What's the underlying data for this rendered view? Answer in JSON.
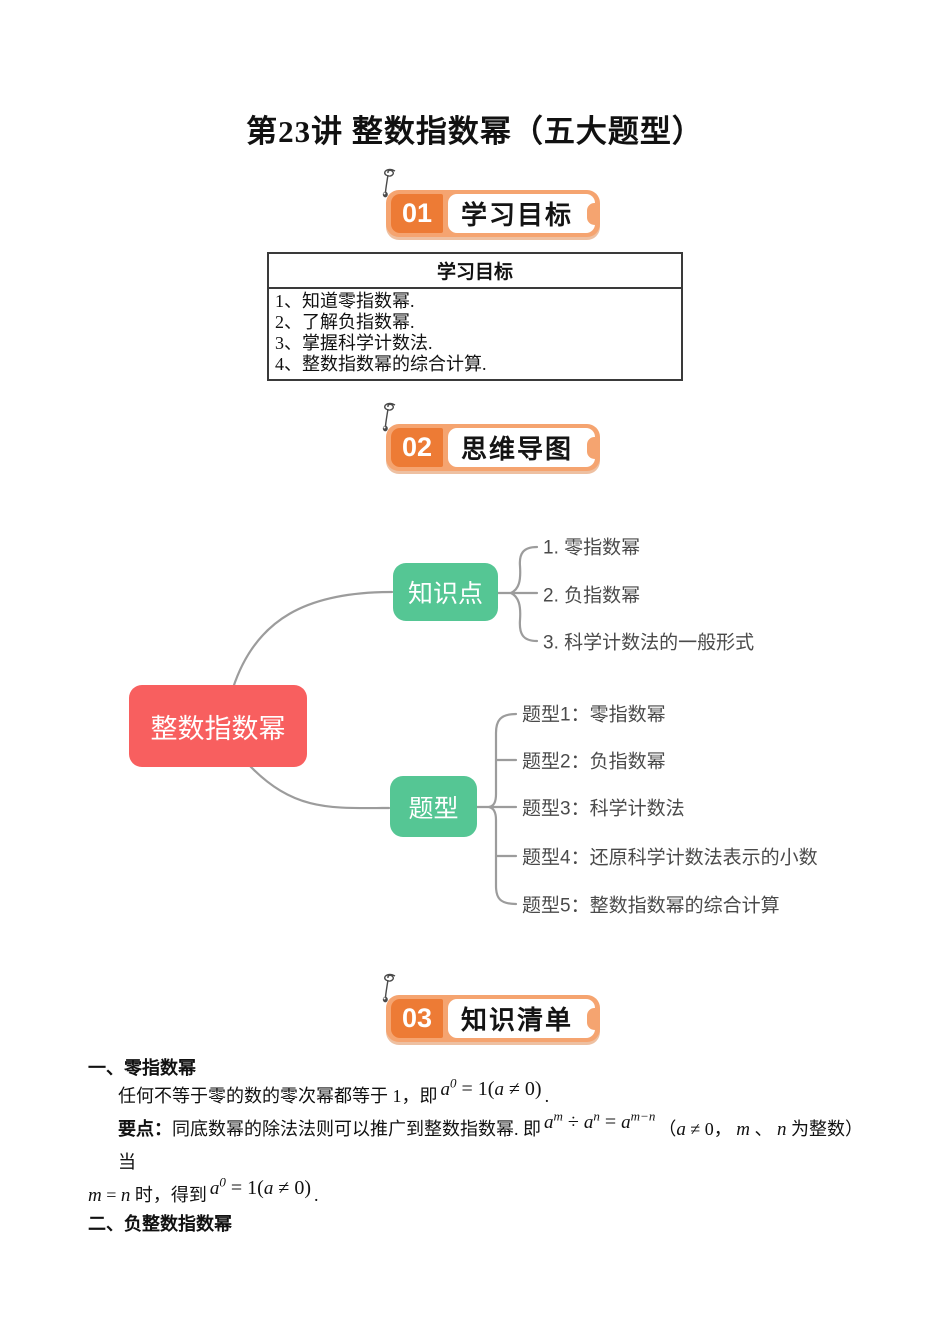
{
  "title": "第23讲 整数指数幂（五大题型）",
  "badges": [
    {
      "number": "01",
      "label": "学习目标"
    },
    {
      "number": "02",
      "label": "思维导图"
    },
    {
      "number": "03",
      "label": "知识清单"
    }
  ],
  "objectives": {
    "header": "学习目标",
    "items": [
      "1、知道零指数幂.",
      "2、了解负指数幂.",
      "3、掌握科学计数法.",
      "4、整数指数幂的综合计算."
    ]
  },
  "mindmap": {
    "root": "整数指数幂",
    "branches": [
      {
        "label": "知识点",
        "children": [
          "1. 零指数幂",
          "2. 负指数幂",
          "3. 科学计数法的一般形式"
        ]
      },
      {
        "label": "题型",
        "children": [
          "题型1：零指数幂",
          "题型2：负指数幂",
          "题型3：科学计数法",
          "题型4：还原科学计数法表示的小数",
          "题型5：整数指数幂的综合计算"
        ]
      }
    ]
  },
  "knowledge": {
    "heading1": "一、零指数幂",
    "heading2": "二、负整数指数幂",
    "lines": [
      {
        "tokens": [
          {
            "t": "n",
            "v": "任何不等于零的数的零次幂都等于 1，即"
          },
          {
            "t": "f",
            "parts": [
              {
                "t": "i",
                "v": "a"
              },
              {
                "t": "sup",
                "v": "0"
              },
              {
                "t": "n",
                "v": " = 1("
              },
              {
                "t": "i",
                "v": "a"
              },
              {
                "t": "n",
                "v": " ≠ 0)"
              }
            ]
          },
          {
            "t": "n",
            "v": "."
          }
        ]
      },
      {
        "tokens": [
          {
            "t": "b",
            "v": "要点："
          },
          {
            "t": "n",
            "v": "同底数幂的除法法则可以推广到整数指数幂. 即"
          },
          {
            "t": "f",
            "parts": [
              {
                "t": "i",
                "v": "a"
              },
              {
                "t": "sup",
                "v": "m"
              },
              {
                "t": "n",
                "v": " ÷ "
              },
              {
                "t": "i",
                "v": "a"
              },
              {
                "t": "sup",
                "v": "n"
              },
              {
                "t": "n",
                "v": " = "
              },
              {
                "t": "i",
                "v": "a"
              },
              {
                "t": "sup",
                "v": "m−n"
              }
            ]
          },
          {
            "t": "n",
            "v": "（"
          },
          {
            "t": "i",
            "v": "a"
          },
          {
            "t": "n",
            "v": " ≠ 0， "
          },
          {
            "t": "i",
            "v": "m"
          },
          {
            "t": "n",
            "v": " 、 "
          },
          {
            "t": "i",
            "v": "n"
          },
          {
            "t": "n",
            "v": " 为整数）当"
          }
        ]
      },
      {
        "tokens": [
          {
            "t": "i",
            "v": "m"
          },
          {
            "t": "n",
            "v": " = "
          },
          {
            "t": "i",
            "v": "n"
          },
          {
            "t": "n",
            "v": " 时，得到"
          },
          {
            "t": "f",
            "parts": [
              {
                "t": "i",
                "v": "a"
              },
              {
                "t": "sup",
                "v": "0"
              },
              {
                "t": "n",
                "v": " = 1("
              },
              {
                "t": "i",
                "v": "a"
              },
              {
                "t": "n",
                "v": " ≠ 0)"
              }
            ]
          },
          {
            "t": "n",
            "v": "."
          }
        ]
      }
    ]
  },
  "colors": {
    "orange": "#ED7B35",
    "orange_light": "#F5A470",
    "red_node": "#F85F5F",
    "green_node": "#55C694",
    "connector_gray": "#9C9C9C",
    "leaf_text": "#4A4A4A"
  }
}
